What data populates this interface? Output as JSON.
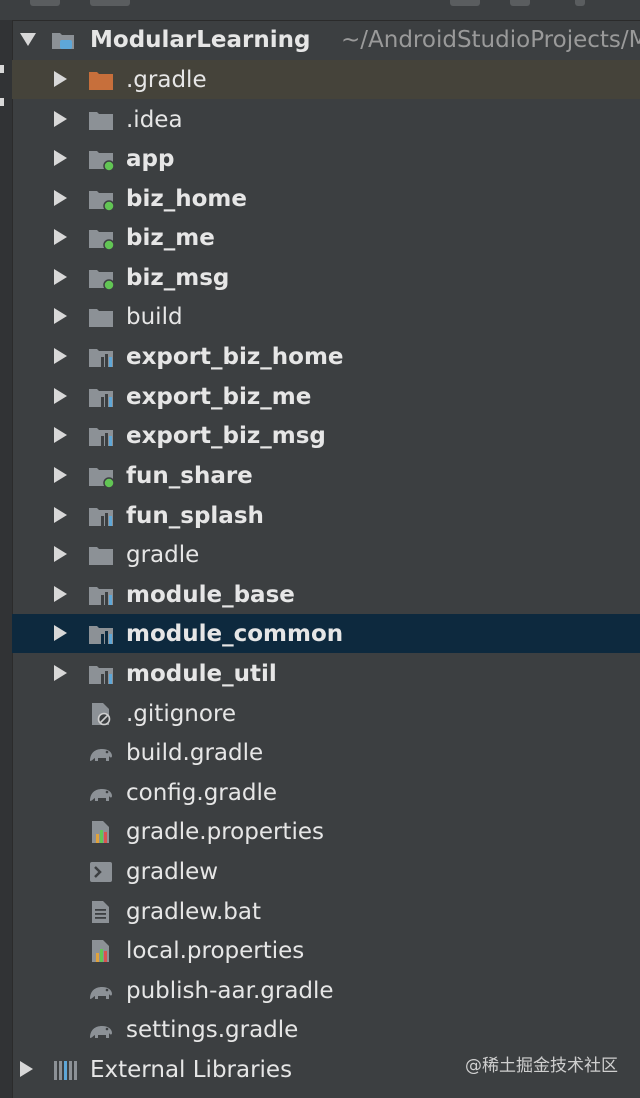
{
  "project": {
    "name": "ModularLearning",
    "path": "~/AndroidStudioProjects/M"
  },
  "rows": [
    {
      "label": ".gradle"
    },
    {
      "label": ".idea"
    },
    {
      "label": "app"
    },
    {
      "label": "biz_home"
    },
    {
      "label": "biz_me"
    },
    {
      "label": "biz_msg"
    },
    {
      "label": "build"
    },
    {
      "label": "export_biz_home"
    },
    {
      "label": "export_biz_me"
    },
    {
      "label": "export_biz_msg"
    },
    {
      "label": "fun_share"
    },
    {
      "label": "fun_splash"
    },
    {
      "label": "gradle"
    },
    {
      "label": "module_base"
    },
    {
      "label": "module_common"
    },
    {
      "label": "module_util"
    },
    {
      "label": ".gitignore"
    },
    {
      "label": "build.gradle"
    },
    {
      "label": "config.gradle"
    },
    {
      "label": "gradle.properties"
    },
    {
      "label": "gradlew"
    },
    {
      "label": "gradlew.bat"
    },
    {
      "label": "local.properties"
    },
    {
      "label": "publish-aar.gradle"
    },
    {
      "label": "settings.gradle"
    }
  ],
  "external_libraries": {
    "label": "External Libraries"
  },
  "watermark": "@稀土掘金技术社区",
  "colors": {
    "background": "#3c3f41",
    "selected": "#0d293e",
    "folder": "#8c9196",
    "module_dot": "#62c554",
    "gradle_folder": "#c76f3b"
  }
}
